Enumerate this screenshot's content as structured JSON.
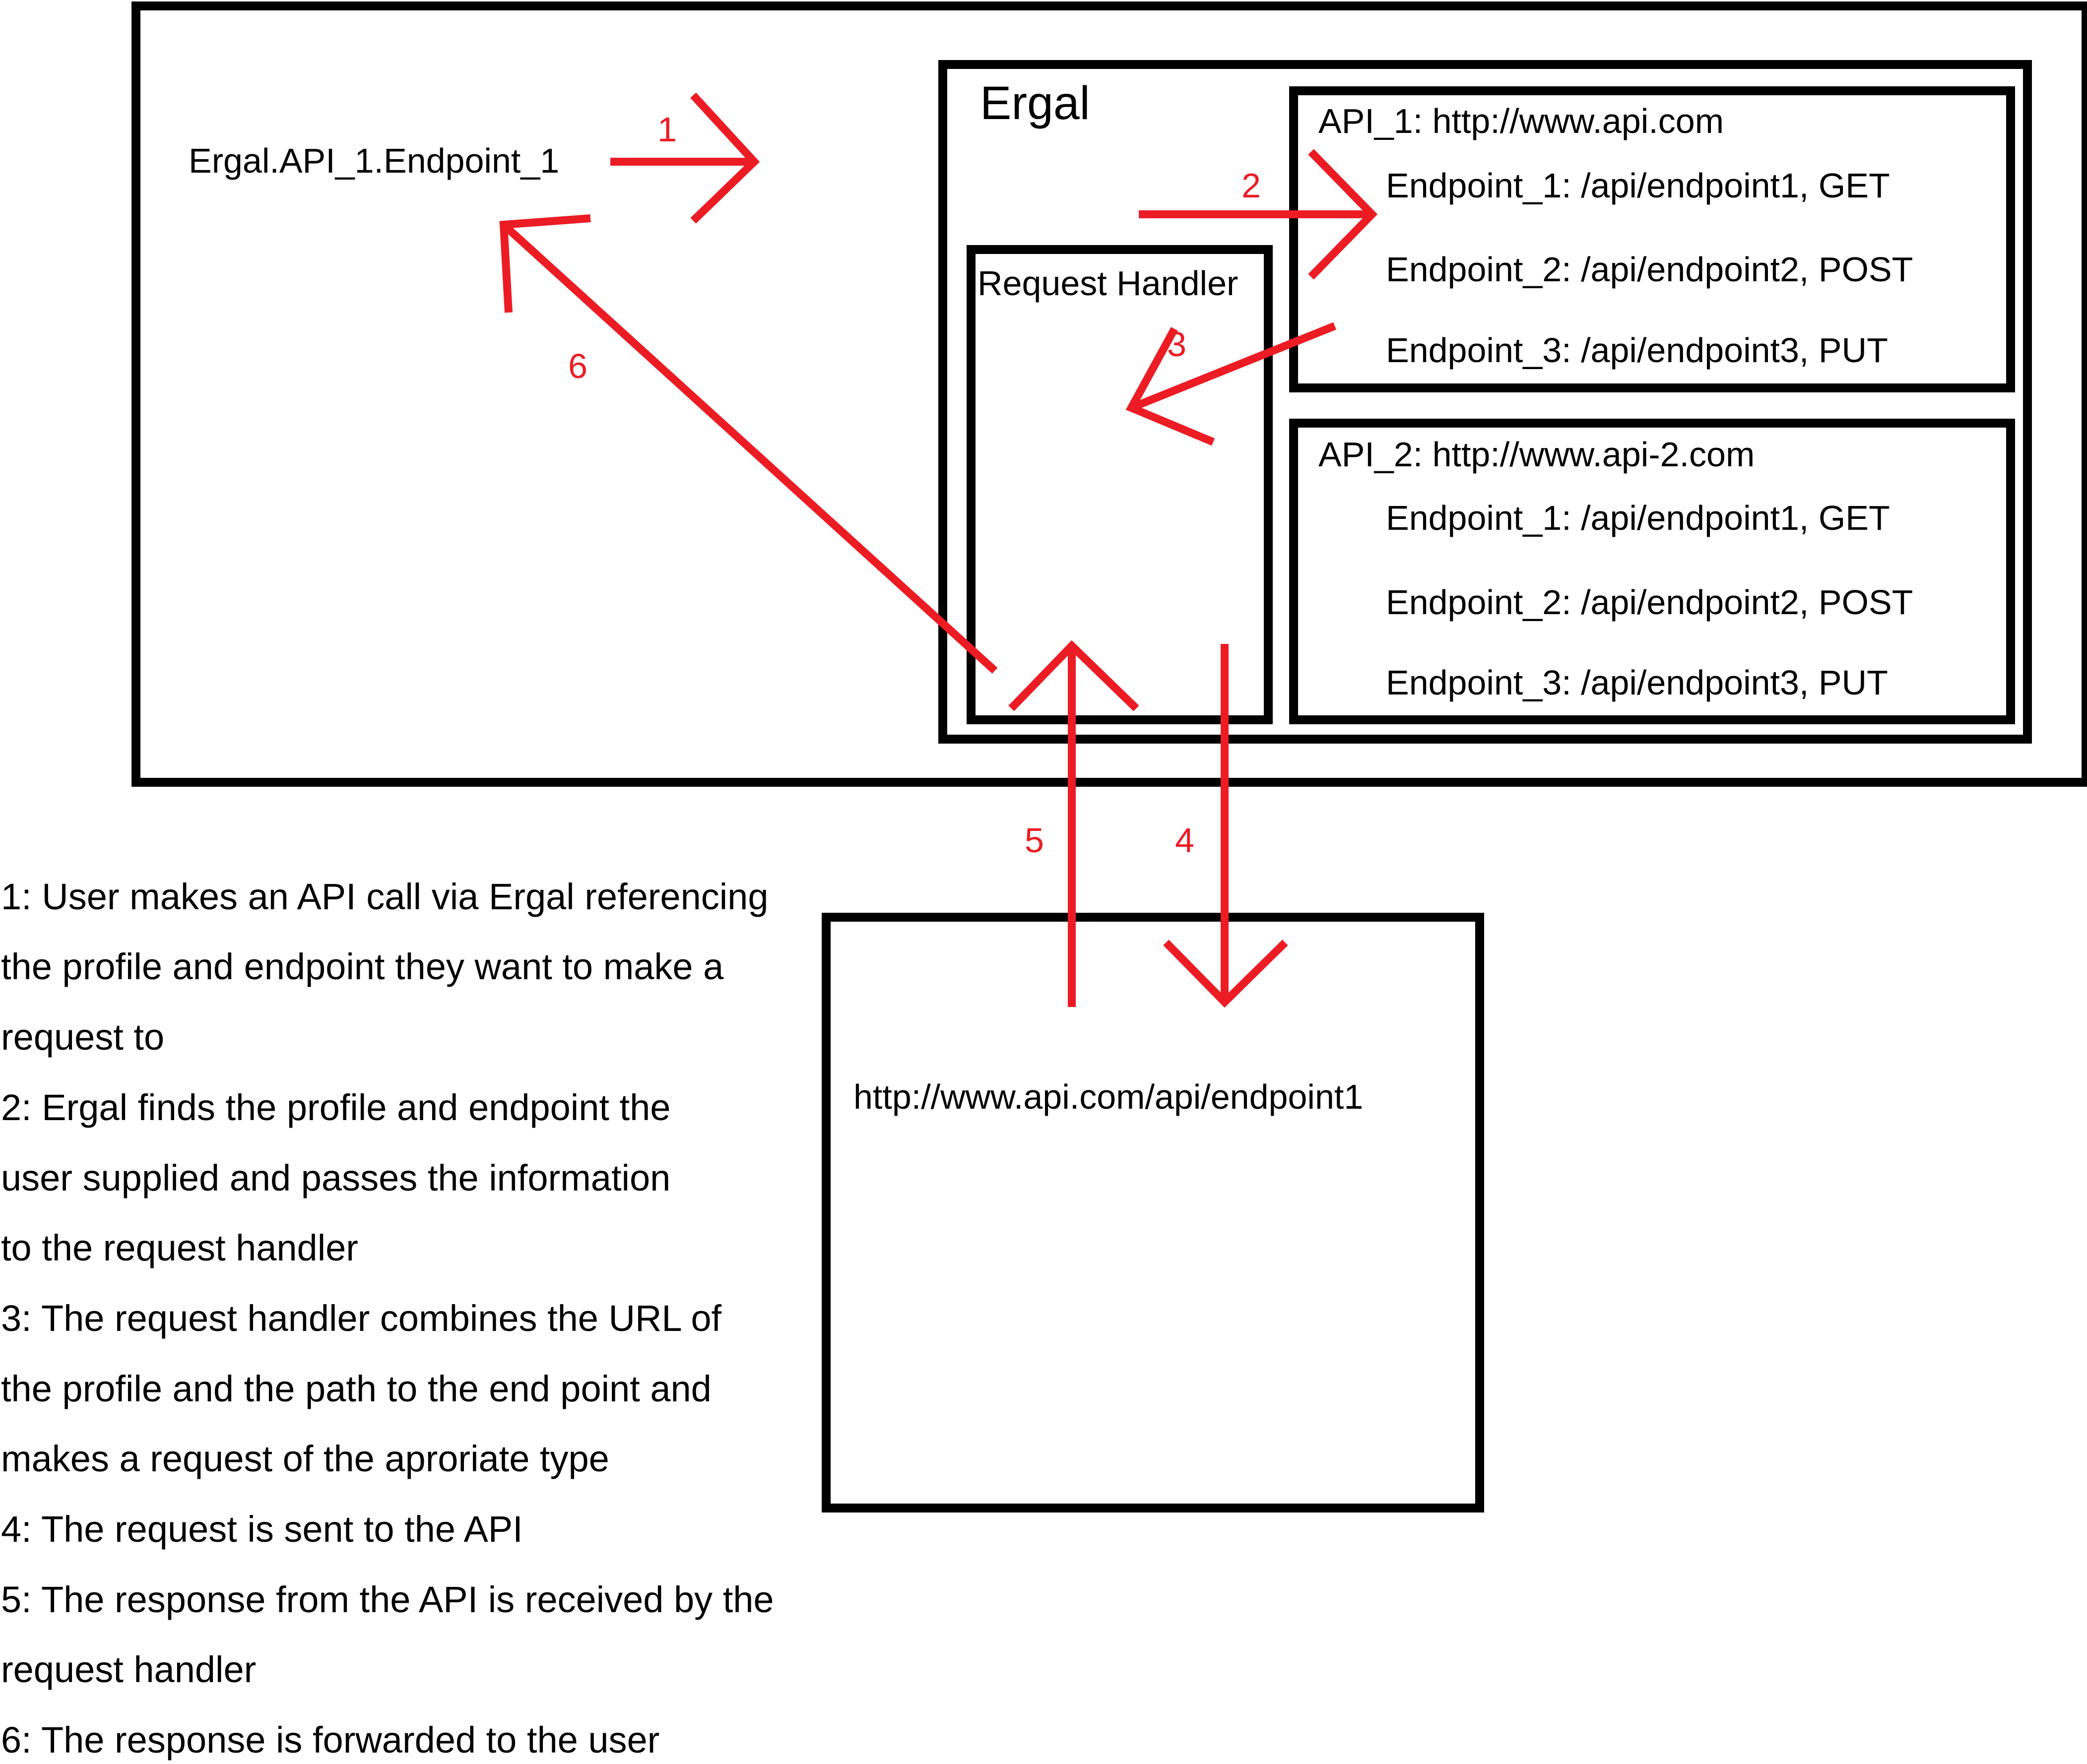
{
  "call_expression": "Ergal.API_1.Endpoint_1",
  "ergal_title": "Ergal",
  "request_handler_label": "Request Handler",
  "api_profiles": [
    {
      "header": "API_1: http://www.api.com",
      "endpoints": [
        "Endpoint_1: /api/endpoint1, GET",
        "Endpoint_2: /api/endpoint2, POST",
        "Endpoint_3: /api/endpoint3, PUT"
      ]
    },
    {
      "header": "API_2: http://www.api-2.com",
      "endpoints": [
        "Endpoint_1: /api/endpoint1, GET",
        "Endpoint_2: /api/endpoint2, POST",
        "Endpoint_3: /api/endpoint3, PUT"
      ]
    }
  ],
  "external_api_url": "http://www.api.com/api/endpoint1",
  "step_numbers": [
    "1",
    "2",
    "3",
    "4",
    "5",
    "6"
  ],
  "legend_lines": [
    "1: User makes an API call via Ergal referencing",
    "the profile and endpoint they want to make a",
    "request to",
    "2: Ergal finds the profile and endpoint the",
    "user supplied and passes the information",
    "to the request handler",
    "3: The request handler combines the URL of",
    "the profile and the path to the end point and",
    "makes a request of the aproriate type",
    "4: The request is sent to the API",
    "5: The response from the API is received by the",
    "request handler",
    "6: The response is forwarded to the user"
  ],
  "colors": {
    "arrow": "#ec1c24",
    "box": "#000000",
    "background": "#ffffff"
  }
}
